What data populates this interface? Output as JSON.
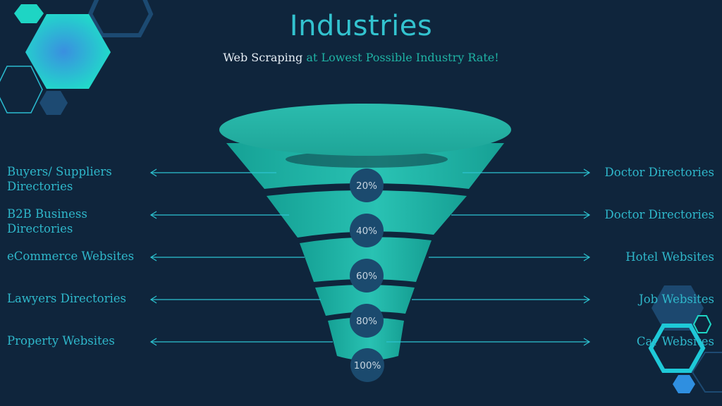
{
  "header": {
    "title": "Industries",
    "subtitle_part1": "Web Scraping",
    "subtitle_part2": " at Lowest Possible Industry Rate!"
  },
  "left_labels": [
    "Buyers/ Suppliers Directories",
    "B2B Business Directories",
    "eCommerce Websites",
    "Lawyers Directories",
    "Property Websites"
  ],
  "right_labels": [
    "Doctor Directories",
    "Doctor Directories",
    "Hotel Websites",
    "Job Websites",
    "Car Websites"
  ],
  "funnel_stages": [
    "20%",
    "40%",
    "60%",
    "80%",
    "100%"
  ],
  "colors": {
    "background": "#0f253c",
    "accent": "#2fb8cb",
    "funnel": "#1fa79d",
    "badge": "#1b4a6e"
  }
}
